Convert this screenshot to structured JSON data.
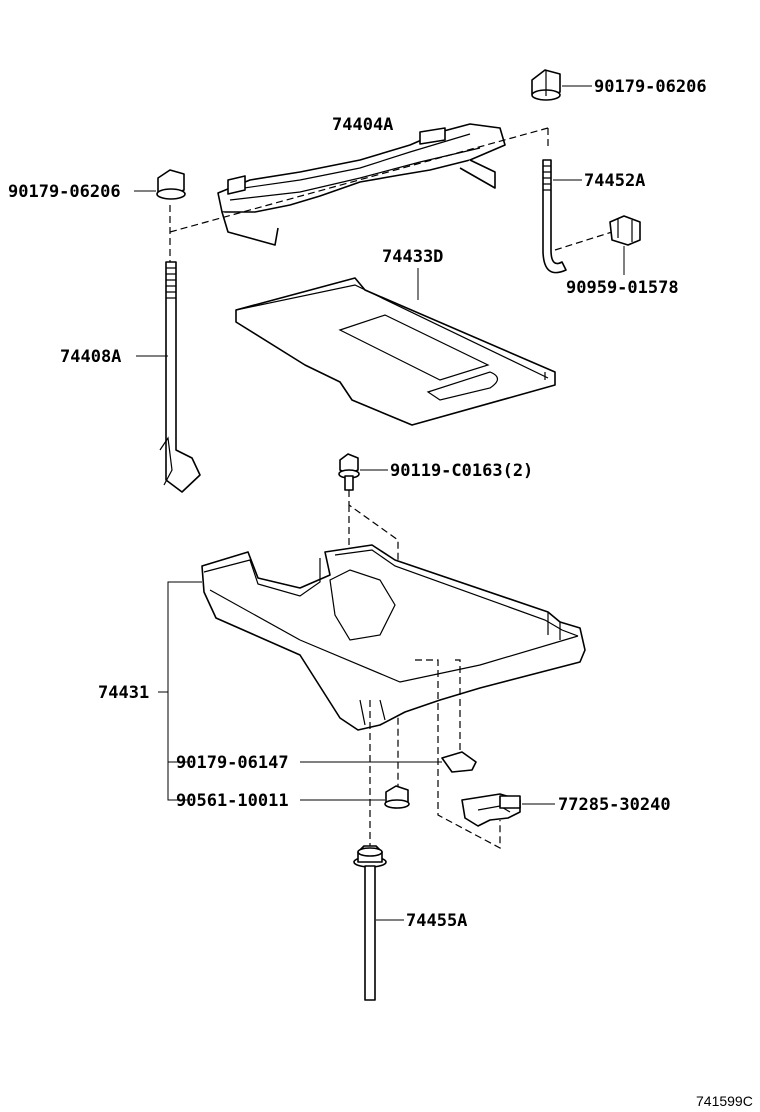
{
  "labels": {
    "nut_top_right": "90179-06206",
    "hold_down_clamp": "74404A",
    "rod_right": "74452A",
    "nut_left": "90179-06206",
    "clip_right": "90959-01578",
    "insulator": "74433D",
    "rod_left": "74408A",
    "bolt_top": "90119-C0163(2)",
    "tray": "74431",
    "nut_tray": "90179-06147",
    "grommet": "90561-10011",
    "clamp_bottom": "77285-30240",
    "bolt_bottom": "74455A"
  },
  "figure_code": "741599C"
}
